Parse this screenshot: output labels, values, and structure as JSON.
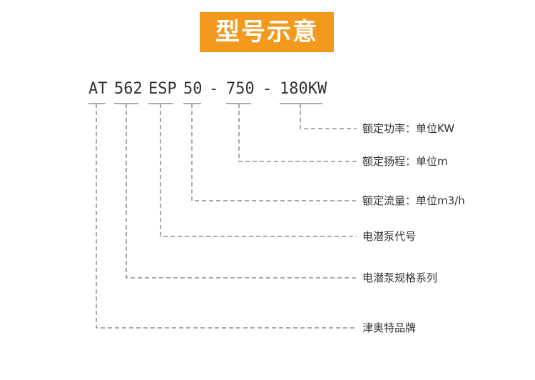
{
  "title": "型号示意",
  "model_code": {
    "brand": "AT",
    "series": "562",
    "type": "ESP",
    "flow": "50",
    "sep1": "-",
    "head": "750",
    "sep2": "-",
    "power": "180KW"
  },
  "annotations": {
    "power": "额定功率：单位KW",
    "head": "额定扬程：单位m",
    "flow": "额定流量：单位m3/h",
    "type": "电潜泵代号",
    "series": "电潜泵规格系列",
    "brand": "津奥特品牌"
  },
  "colors": {
    "banner": "#f39a1e",
    "line": "#555555"
  }
}
